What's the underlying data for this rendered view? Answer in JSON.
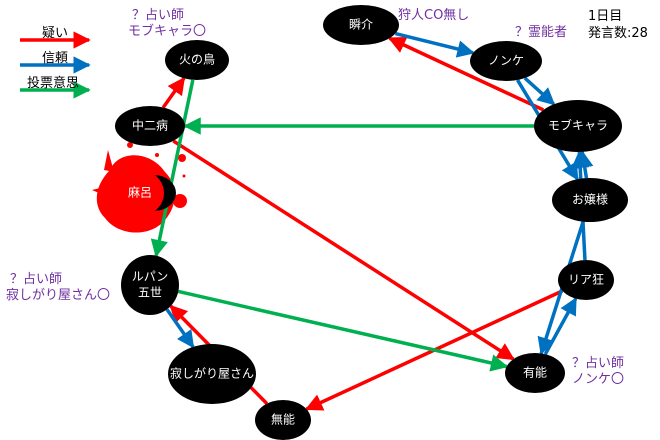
{
  "legend": [
    {
      "label": "疑い",
      "type": "doubt",
      "color": "#ff0000"
    },
    {
      "label": "信頼",
      "type": "trust",
      "color": "#0070c0"
    },
    {
      "label": "投票意思",
      "type": "vote",
      "color": "#00b050"
    }
  ],
  "status": {
    "day": "1日目",
    "remarks": "発言数:28"
  },
  "annotations": {
    "hinotori": [
      "？占い師",
      "モブキャラ〇"
    ],
    "shunsuke": [
      "狩人CO無し"
    ],
    "nonke": [
      "？霊能者"
    ],
    "lupin": [
      "？占い師",
      "寂しがり屋さん〇"
    ],
    "yuno": [
      "？占い師",
      "ノンケ〇"
    ]
  },
  "nodes": [
    {
      "id": "shunsuke",
      "label": "瞬介"
    },
    {
      "id": "nonke",
      "label": "ノンケ"
    },
    {
      "id": "mob",
      "label": "モブキャラ"
    },
    {
      "id": "ojou",
      "label": "お嬢様"
    },
    {
      "id": "riakyo",
      "label": "リア狂"
    },
    {
      "id": "yuno",
      "label": "有能"
    },
    {
      "id": "muno",
      "label": "無能"
    },
    {
      "id": "sabishi",
      "label": "寂しがり屋さん"
    },
    {
      "id": "lupin",
      "label": "ルパン\n五世"
    },
    {
      "id": "chuni",
      "label": "中二病"
    },
    {
      "id": "hinotori",
      "label": "火の鳥"
    },
    {
      "id": "maro",
      "label": "麻呂",
      "dead": true
    }
  ],
  "edges": [
    {
      "from": "chuni",
      "to": "hinotori",
      "type": "doubt"
    },
    {
      "from": "chuni",
      "to": "yuno",
      "type": "doubt"
    },
    {
      "from": "mob",
      "to": "shunsuke",
      "type": "doubt"
    },
    {
      "from": "riakyo",
      "to": "muno",
      "type": "doubt"
    },
    {
      "from": "muno",
      "to": "lupin",
      "type": "doubt"
    },
    {
      "from": "shunsuke",
      "to": "nonke",
      "type": "trust"
    },
    {
      "from": "nonke",
      "to": "mob",
      "type": "trust"
    },
    {
      "from": "nonke",
      "to": "ojou",
      "type": "trust"
    },
    {
      "from": "ojou",
      "to": "mob",
      "type": "trust"
    },
    {
      "from": "riakyo",
      "to": "mob",
      "type": "trust"
    },
    {
      "from": "ojou",
      "to": "yuno",
      "type": "trust"
    },
    {
      "from": "yuno",
      "to": "riakyo",
      "type": "trust"
    },
    {
      "from": "lupin",
      "to": "sabishi",
      "type": "trust"
    },
    {
      "from": "mob",
      "to": "chuni",
      "type": "vote"
    },
    {
      "from": "hinotori",
      "to": "lupin",
      "type": "vote"
    },
    {
      "from": "lupin",
      "to": "yuno",
      "type": "vote"
    }
  ]
}
